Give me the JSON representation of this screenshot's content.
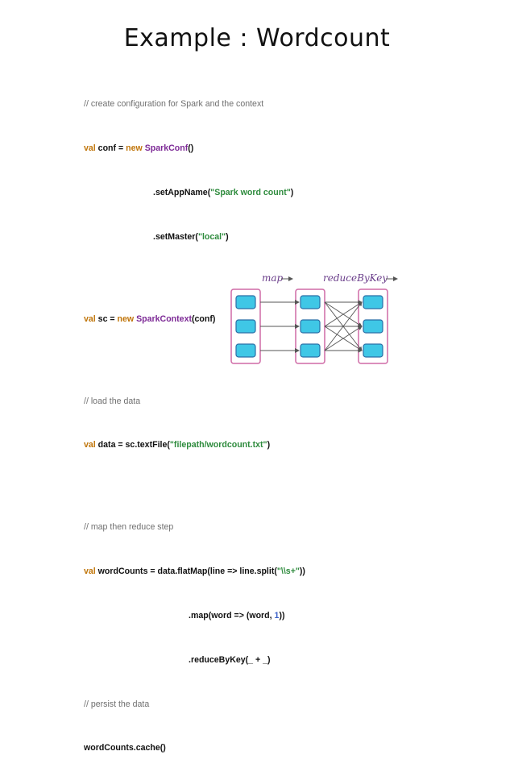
{
  "slide": {
    "title": "Example : Wordcount",
    "code": {
      "c1": "// create configuration for Spark and the context",
      "l2": {
        "kw": "val",
        "a": " conf = ",
        "kw2": "new",
        "sp": " ",
        "cls": "SparkConf",
        "b": "()"
      },
      "l3": {
        "a": ".setAppName(",
        "str": "\"Spark word count\"",
        "b": ")"
      },
      "l4": {
        "a": ".setMaster(",
        "str": "\"local\"",
        "b": ")"
      },
      "l5": {
        "kw": "val",
        "a": " sc = ",
        "kw2": "new",
        "sp": " ",
        "cls": "SparkContext",
        "b": "(conf)"
      },
      "c2": "// load the data",
      "l7": {
        "kw": "val",
        "a": " data = sc.textFile(",
        "str": "\"filepath/wordcount.txt\"",
        "b": ")"
      },
      "c3": "// map then reduce step",
      "l9": {
        "kw": "val",
        "a": " wordCounts = data.flatMap(line => line.split(",
        "str": "\"\\\\s+\"",
        "b": "))"
      },
      "l10": {
        "a": ".map(word => (word, ",
        "num": "1",
        "b": "))"
      },
      "l11": {
        "a": ".reduceByKey(_ + _)"
      },
      "c4": "// persist the data",
      "l13": {
        "a": "wordCounts.cache()"
      }
    },
    "diagram": {
      "label_map": "map",
      "label_reduce": "reduceByKey",
      "colors": {
        "box_fill": "#3fc7e6",
        "box_stroke": "#2a6fa6",
        "frame": "#cf6aa6",
        "arrow": "#555555"
      }
    }
  }
}
